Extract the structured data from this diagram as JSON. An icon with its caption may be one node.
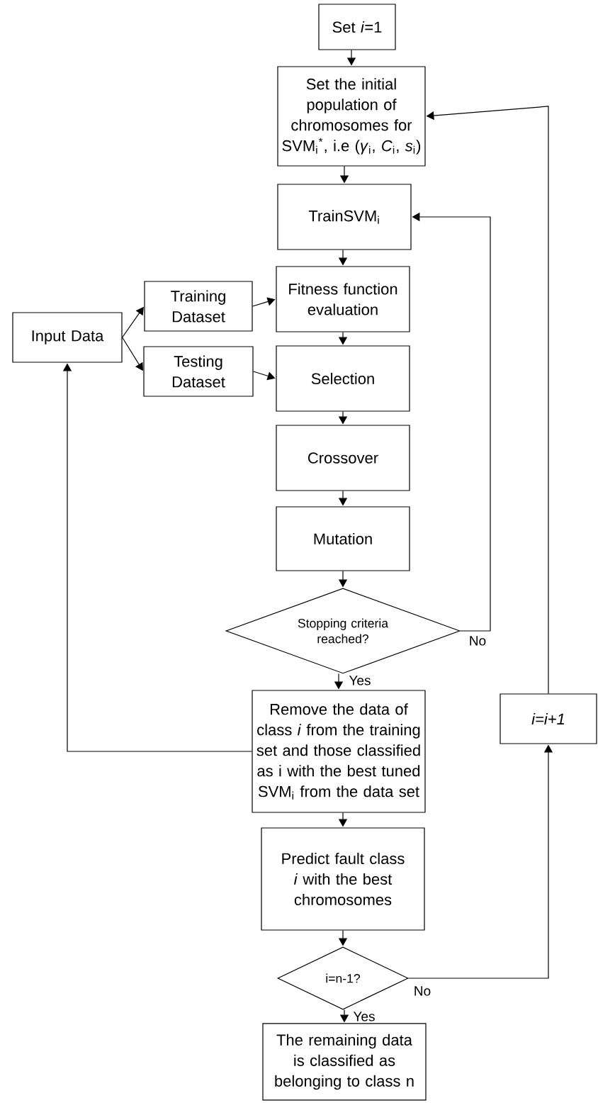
{
  "diagram": {
    "nodes": [
      {
        "text": [
          "Set *i*=1"
        ]
      },
      {
        "text": [
          "Set the initial population of chromosomes for SVM$_{i}$$^{*}$, i.e (*γ*$_{i}$, *C*$_{i}$, *s*$_{i}$)"
        ]
      },
      {
        "text": [
          "TrainSVM$_{i}$"
        ]
      },
      {
        "text": [
          "Fitness function evaluation"
        ]
      },
      {
        "text": [
          "Training Dataset"
        ]
      },
      {
        "text": [
          "Input Data"
        ]
      },
      {
        "text": [
          "Testing Dataset"
        ]
      },
      {
        "text": [
          "Selection"
        ]
      },
      {
        "text": [
          "Crossover"
        ]
      },
      {
        "text": [
          "Mutation"
        ]
      },
      {
        "text": [
          "Stopping criteria reached?"
        ]
      },
      {
        "text": [
          "Remove the data of class *i* from the training set and those classified as i with the best tuned SVM$_{i}$ from the data set"
        ]
      },
      {
        "text": [
          "i=i+1"
        ]
      },
      {
        "text": [
          "Predict fault class *i* with the best chromosomes"
        ]
      },
      {
        "text": [
          "i=n-1?"
        ]
      },
      {
        "text": [
          "The remaining data is classified as belonging to class n"
        ]
      }
    ],
    "edges": [
      {
        "from": 0,
        "to": 1,
        "arrow": "to"
      },
      {
        "from": 1,
        "to": 2,
        "arrow": "to"
      },
      {
        "from": 2,
        "to": 3,
        "arrow": "to"
      },
      {
        "from": 5,
        "to": 4,
        "arrow": "to"
      },
      {
        "from": 5,
        "to": 6,
        "arrow": "to"
      },
      {
        "from": 4,
        "to": 3,
        "arrow": "to"
      },
      {
        "from": 6,
        "to": 7,
        "arrow": "to"
      },
      {
        "from": 3,
        "to": 7,
        "arrow": "to"
      },
      {
        "from": 7,
        "to": 8,
        "arrow": "to"
      },
      {
        "from": 8,
        "to": 9,
        "arrow": "to"
      },
      {
        "from": 9,
        "to": 10,
        "arrow": "to"
      },
      {
        "from": 10,
        "to": 2,
        "arrow": "to",
        "label": "No"
      },
      {
        "from": 10,
        "to": 11,
        "arrow": "to",
        "label": "Yes"
      },
      {
        "from": 11,
        "to": 5,
        "arrow": "to"
      },
      {
        "from": 11,
        "to": 13,
        "arrow": "to"
      },
      {
        "from": 13,
        "to": 14,
        "arrow": "to"
      },
      {
        "from": 14,
        "to": 12,
        "arrow": "to",
        "label": "No"
      },
      {
        "from": 12,
        "to": 1,
        "arrow": "to"
      },
      {
        "from": 14,
        "to": 15,
        "arrow": "to",
        "label": "Yes"
      }
    ]
  }
}
